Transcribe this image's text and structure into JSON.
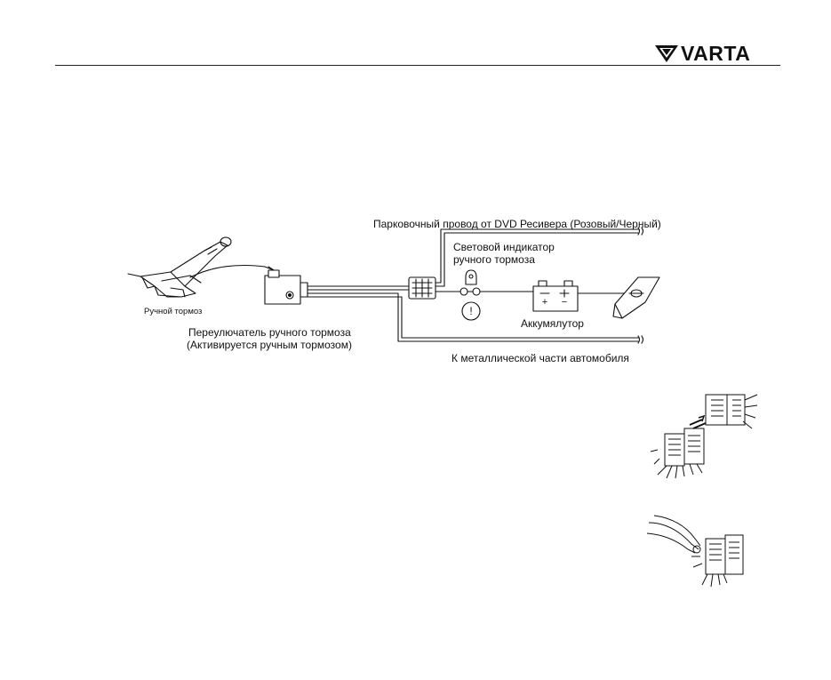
{
  "header": {
    "brand": "VARTA"
  },
  "diagram": {
    "labels": {
      "parking_wire": "Парковочный провод от DVD Ресивера (Розовый/Черный)",
      "indicator_line1": "Световой индикатор",
      "indicator_line2": "ручного тормоза",
      "handbrake": "Ручной тормоз",
      "switch_line1": "Переулючатель ручного тормоза",
      "switch_line2": "(Активируется ручным тормозом)",
      "battery": "Аккумялутор",
      "ground": "К металлической части автомобиля"
    },
    "symbols": {
      "warning_mark": "!",
      "battery_plus": "+",
      "battery_minus": "−"
    }
  }
}
